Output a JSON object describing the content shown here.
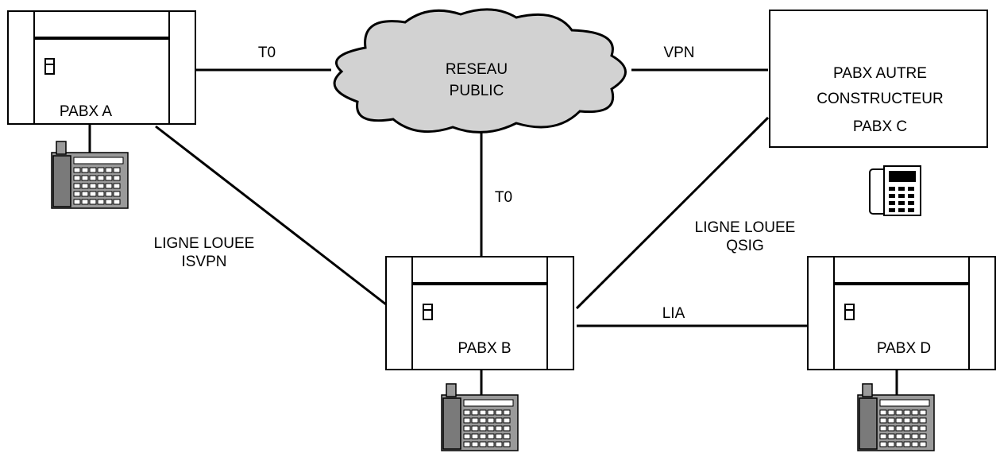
{
  "cloud": {
    "line1": "RESEAU",
    "line2": "PUBLIC"
  },
  "pabx": {
    "a": {
      "label": "PABX A"
    },
    "b": {
      "label": "PABX B"
    },
    "c": {
      "line1": "PABX AUTRE",
      "line2": "CONSTRUCTEUR",
      "label": "PABX C"
    },
    "d": {
      "label": "PABX D"
    }
  },
  "links": {
    "a_cloud": "T0",
    "cloud_c": "VPN",
    "cloud_b": "T0",
    "a_b": {
      "line1": "LIGNE LOUEE",
      "line2": "ISVPN"
    },
    "c_b": {
      "line1": "LIGNE LOUEE",
      "line2": "QSIG"
    },
    "b_d": "LIA"
  },
  "icons": {
    "pabx": "pabx-cabinet-icon",
    "phone": "desk-phone-icon",
    "cloud": "cloud-icon"
  }
}
